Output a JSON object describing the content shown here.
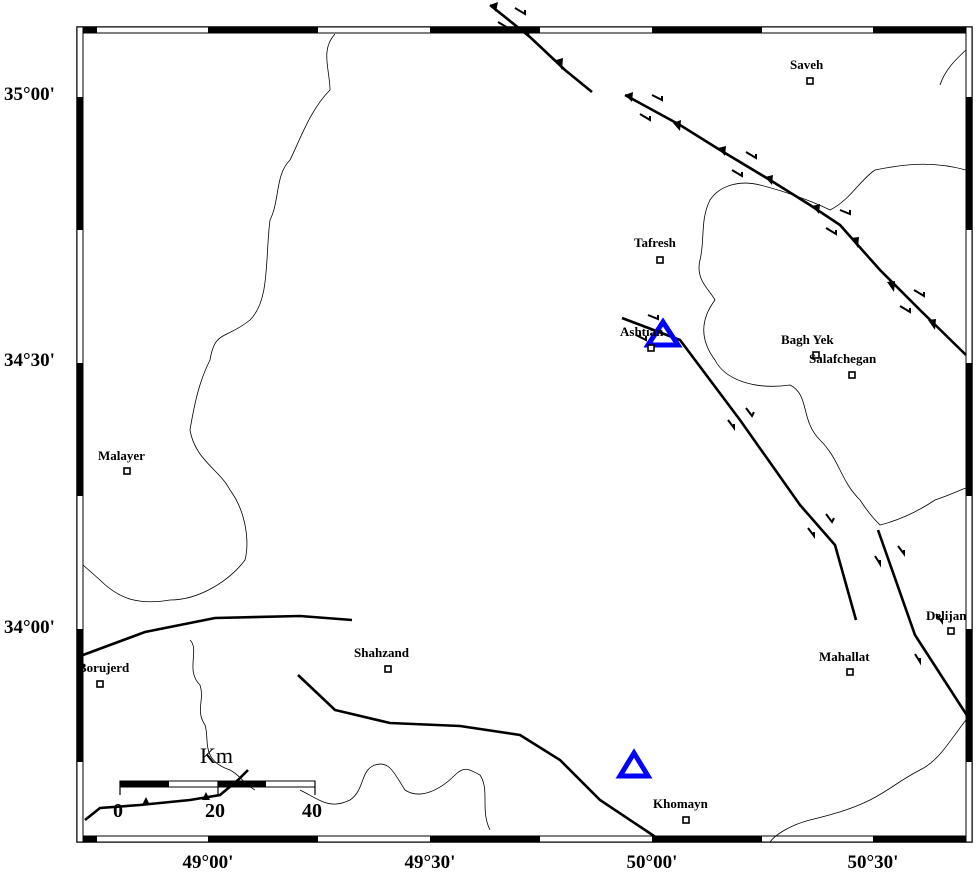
{
  "lat_labels": [
    "35°00'",
    "34°30'",
    "34°00'"
  ],
  "lon_labels": [
    "49°00'",
    "49°30'",
    "50°00'",
    "50°30'"
  ],
  "cities": [
    {
      "id": "saveh",
      "name": "Saveh"
    },
    {
      "id": "tafresh",
      "name": "Tafresh"
    },
    {
      "id": "ashtian",
      "name": "Ashtian"
    },
    {
      "id": "bagh-yek",
      "name": "Bagh Yek"
    },
    {
      "id": "salafchegan",
      "name": "Salafchegan"
    },
    {
      "id": "malayer",
      "name": "Malayer"
    },
    {
      "id": "delijan",
      "name": "Delijan"
    },
    {
      "id": "borujerd",
      "name": "Borujerd"
    },
    {
      "id": "shahzand",
      "name": "Shahzand"
    },
    {
      "id": "mahallat",
      "name": "Mahallat"
    },
    {
      "id": "khomayn",
      "name": "Khomayn"
    }
  ],
  "scale_bar": {
    "unit": "Km",
    "labels": [
      "0",
      "20",
      "40"
    ]
  },
  "colors": {
    "station": "#0000ff",
    "fault": "#000000",
    "border": "#000000"
  }
}
